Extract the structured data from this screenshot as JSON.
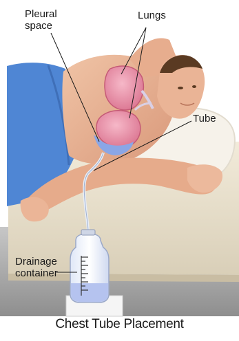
{
  "labels": {
    "pleural_line1": "Pleural",
    "pleural_line2": "space",
    "lungs": "Lungs",
    "tube": "Tube",
    "drainage_line1": "Drainage",
    "drainage_line2": "container"
  },
  "caption": "Chest Tube Placement",
  "colors": {
    "background": "#ffffff",
    "blanket": "#4f86d4",
    "skin": "#e9b395",
    "lung": "#e98fa6",
    "pleural_fluid": "#8aa6e6",
    "pillow": "#f3efe6",
    "bed": "#ece3cf",
    "floor": "#a3a3a3",
    "drainage_fluid": "#b5c3ef"
  }
}
